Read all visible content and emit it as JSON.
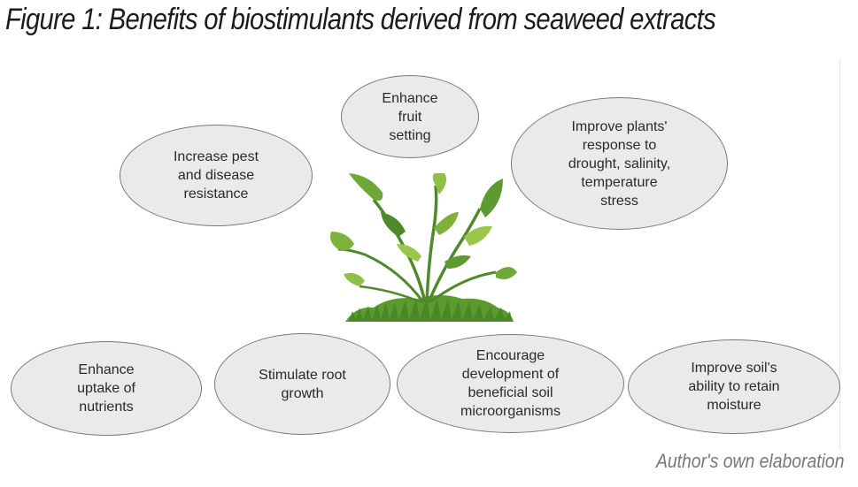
{
  "figure": {
    "title": "Figure 1: Benefits of biostimulants derived from seaweed extracts",
    "credit": "Author's own elaboration"
  },
  "benefits": [
    {
      "text": "Enhance\nfruit\nsetting"
    },
    {
      "text": "Increase pest\nand disease\nresistance"
    },
    {
      "text": "Improve plants'\nresponse to\ndrought, salinity,\ntemperature\nstress"
    },
    {
      "text": "Enhance\nuptake of\nnutrients"
    },
    {
      "text": "Stimulate root\ngrowth"
    },
    {
      "text": "Encourage\ndevelopment of\nbeneficial soil\nmicroorganisms"
    },
    {
      "text": "Improve soil's\nability to retain\nmoisture"
    }
  ],
  "icons": {
    "center": "plant-icon"
  },
  "colors": {
    "ellipse_fill": "#eaeaea",
    "ellipse_border": "#7a7a7a",
    "leaf_dark": "#4f8a2a",
    "leaf_light": "#9cc64a",
    "grass": "#5a9a2e"
  }
}
